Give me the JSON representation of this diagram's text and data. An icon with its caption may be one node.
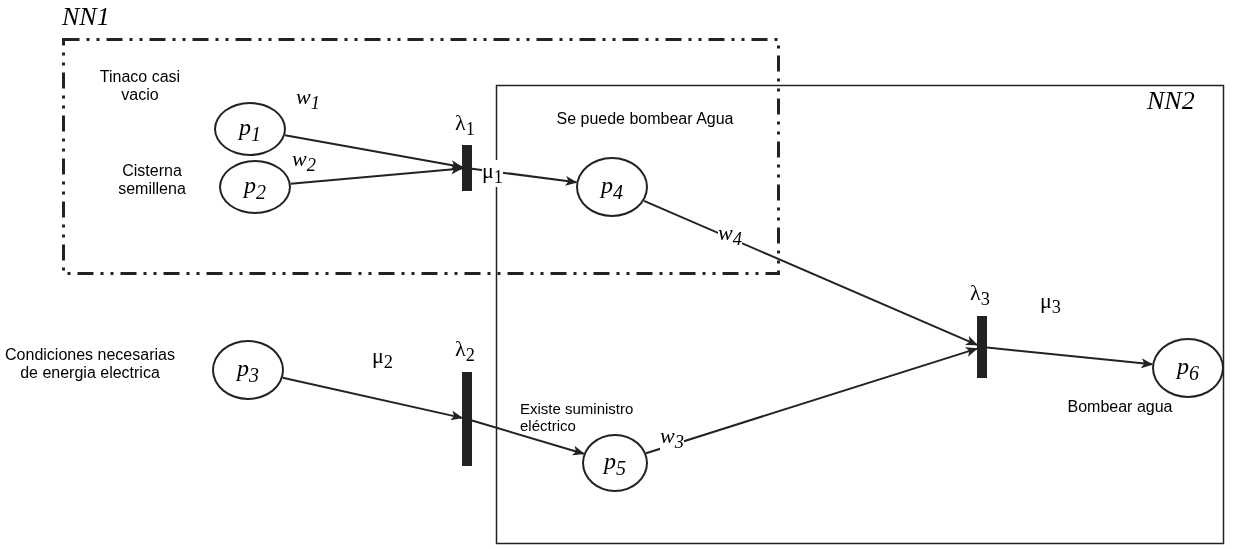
{
  "diagram": {
    "nodes": [
      {
        "text": [
          "NN1"
        ]
      },
      {
        "text": [
          "NN2"
        ]
      },
      {
        "text": [
          "p$_{1}$"
        ],
        "in": 0,
        "beside": [
          "Tinaco casi vacio"
        ]
      },
      {
        "text": [
          "p$_{2}$"
        ],
        "in": 0,
        "beside": [
          "Cisterna semillena"
        ]
      },
      {
        "text": [],
        "shape": "bar",
        "in": 0,
        "beside": [
          "λ$_{1}$"
        ]
      },
      {
        "text": [
          "p$_{4}$"
        ],
        "beside": [
          "Se puede bombear Agua"
        ]
      },
      {
        "text": [
          "p$_{3}$"
        ],
        "beside": [
          "Condiciones necesarias de energia electrica"
        ]
      },
      {
        "text": [],
        "shape": "bar",
        "beside": [
          "λ$_{2}$"
        ]
      },
      {
        "text": [
          "p$_{5}$"
        ],
        "in": 1,
        "beside": [
          "Existe suministro eléctrico"
        ]
      },
      {
        "text": [],
        "shape": "bar",
        "in": 1,
        "beside": [
          "λ$_{3}$"
        ]
      },
      {
        "text": [
          "p$_{6}$"
        ],
        "in": 1,
        "beside": [
          "Bombear agua"
        ]
      }
    ],
    "edges": [
      {
        "from": 2,
        "to": 4,
        "arrow": "to",
        "label": "w$_{1}$"
      },
      {
        "from": 3,
        "to": 4,
        "arrow": "to",
        "label": "w$_{2}$"
      },
      {
        "from": 4,
        "to": 5,
        "arrow": "to",
        "label": "μ$_{1}$"
      },
      {
        "from": 5,
        "to": 9,
        "arrow": "to",
        "label": "w$_{4}$"
      },
      {
        "from": 6,
        "to": 7,
        "arrow": "to",
        "label": "μ$_{2}$"
      },
      {
        "from": 7,
        "to": 8,
        "arrow": "to"
      },
      {
        "from": 8,
        "to": 9,
        "arrow": "to",
        "label": "w$_{3}$"
      },
      {
        "from": 9,
        "to": 10,
        "arrow": "to",
        "label": "μ$_{3}$"
      }
    ]
  }
}
